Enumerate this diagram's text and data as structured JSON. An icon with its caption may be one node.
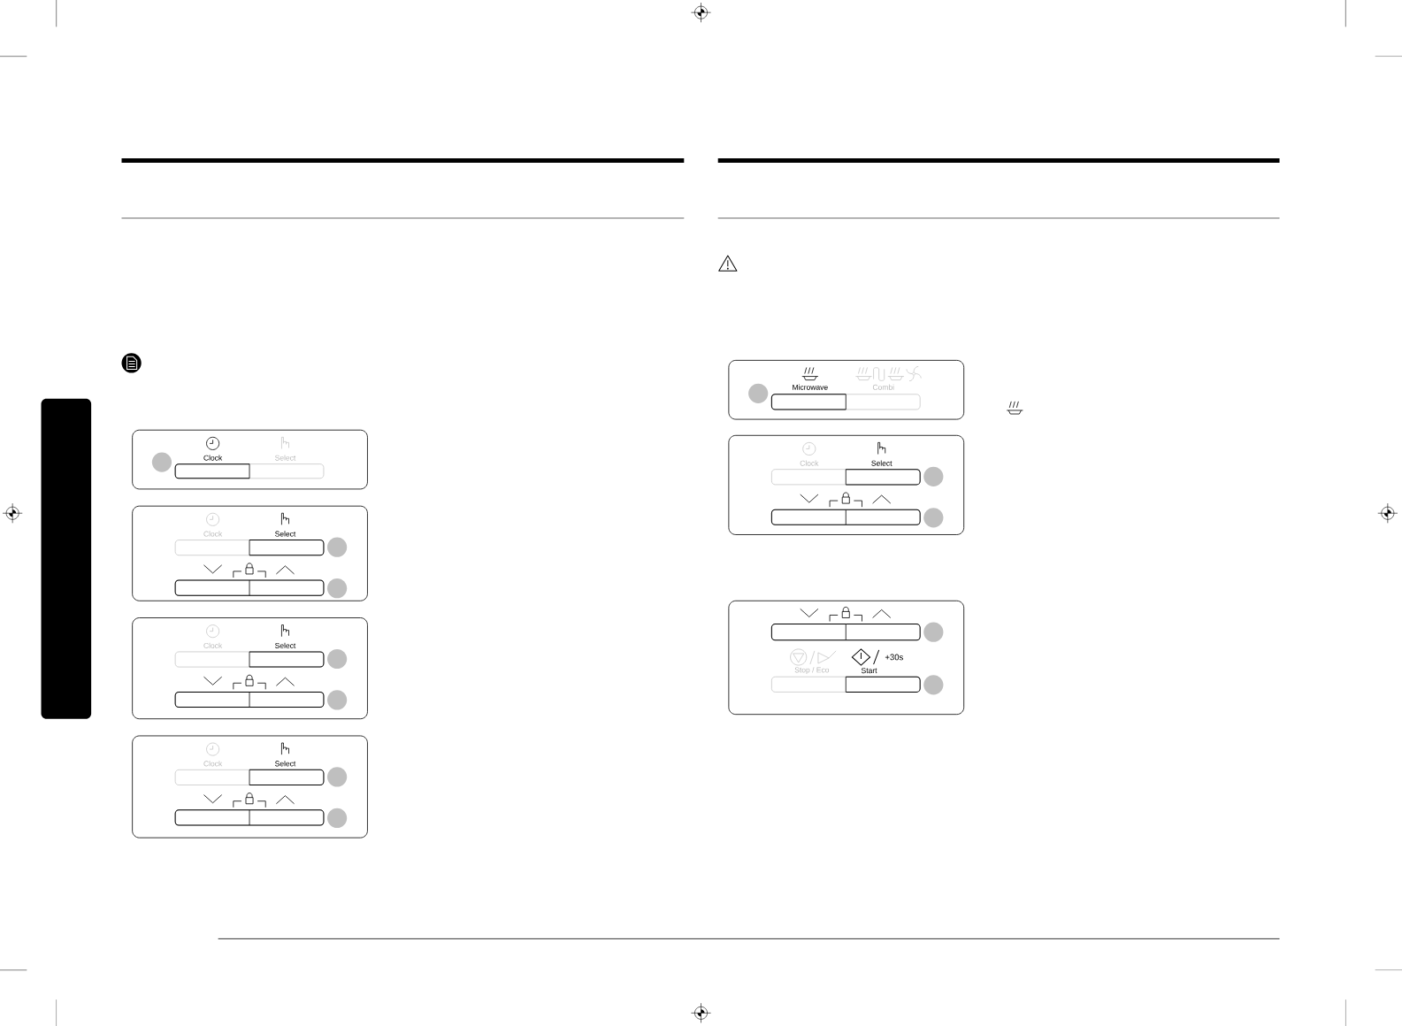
{
  "diagram": {
    "nodes": [
      {
        "text": [
          "Clock",
          "Select"
        ]
      },
      {
        "text": [
          "Clock",
          "Select"
        ]
      },
      {
        "text": [
          "Clock",
          "Select"
        ]
      },
      {
        "text": [
          "Clock",
          "Select"
        ]
      },
      {
        "text": [
          "Microwave",
          "Combi"
        ]
      },
      {
        "text": [
          "Clock",
          "Select"
        ]
      },
      {
        "text": [
          "Stop / Eco",
          "Start",
          "+30s"
        ]
      },
      {
        "text": [],
        "shape": "box"
      }
    ]
  }
}
